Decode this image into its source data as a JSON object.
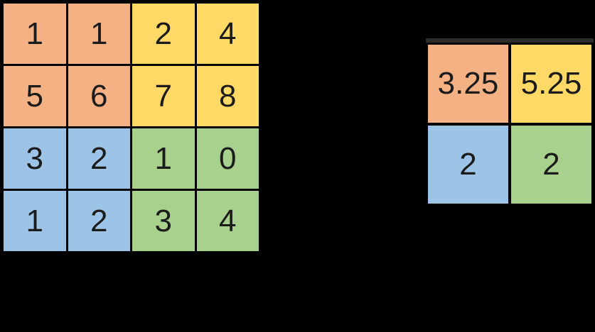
{
  "palette": {
    "orange": "#F4B183",
    "yellow": "#FFD966",
    "blue": "#9DC3E6",
    "green": "#A9D18E",
    "background": "#000000",
    "grid_line": "#000000",
    "cell_text": "#1B1B1B",
    "output_top_edge": "#2D2D2D"
  },
  "input_grid": {
    "rows": 4,
    "cols": 4,
    "cells": [
      {
        "value": "1",
        "color": "#F4B183"
      },
      {
        "value": "1",
        "color": "#F4B183"
      },
      {
        "value": "2",
        "color": "#FFD966"
      },
      {
        "value": "4",
        "color": "#FFD966"
      },
      {
        "value": "5",
        "color": "#F4B183"
      },
      {
        "value": "6",
        "color": "#F4B183"
      },
      {
        "value": "7",
        "color": "#FFD966"
      },
      {
        "value": "8",
        "color": "#FFD966"
      },
      {
        "value": "3",
        "color": "#9DC3E6"
      },
      {
        "value": "2",
        "color": "#9DC3E6"
      },
      {
        "value": "1",
        "color": "#A9D18E"
      },
      {
        "value": "0",
        "color": "#A9D18E"
      },
      {
        "value": "1",
        "color": "#9DC3E6"
      },
      {
        "value": "2",
        "color": "#9DC3E6"
      },
      {
        "value": "3",
        "color": "#A9D18E"
      },
      {
        "value": "4",
        "color": "#A9D18E"
      }
    ]
  },
  "output_grid": {
    "rows": 2,
    "cols": 2,
    "cells": [
      {
        "value": "3.25",
        "color": "#F4B183"
      },
      {
        "value": "5.25",
        "color": "#FFD966"
      },
      {
        "value": "2",
        "color": "#9DC3E6"
      },
      {
        "value": "2",
        "color": "#A9D18E"
      }
    ]
  }
}
